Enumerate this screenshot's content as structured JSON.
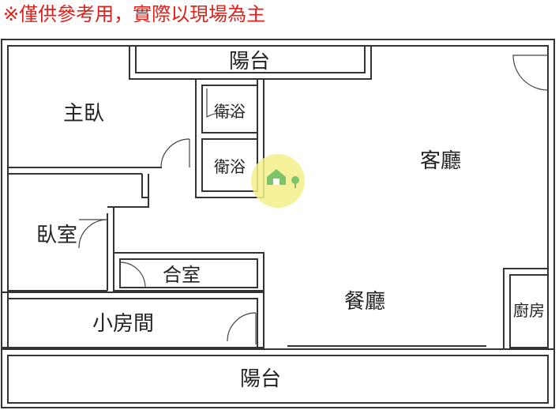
{
  "disclaimer": "※僅供參考用，實際以現場為主",
  "disclaimer_color": "#e0201a",
  "rooms": {
    "balcony_top": "陽台",
    "master_bedroom": "主臥",
    "bathroom_1": "衛浴",
    "bathroom_2": "衛浴",
    "living_room": "客廳",
    "bedroom": "臥室",
    "utility_room": "合室",
    "dining_room": "餐廳",
    "small_room": "小房間",
    "kitchen": "廚房",
    "balcony_bottom": "陽台"
  },
  "icons": [
    "house-logo-icon"
  ]
}
